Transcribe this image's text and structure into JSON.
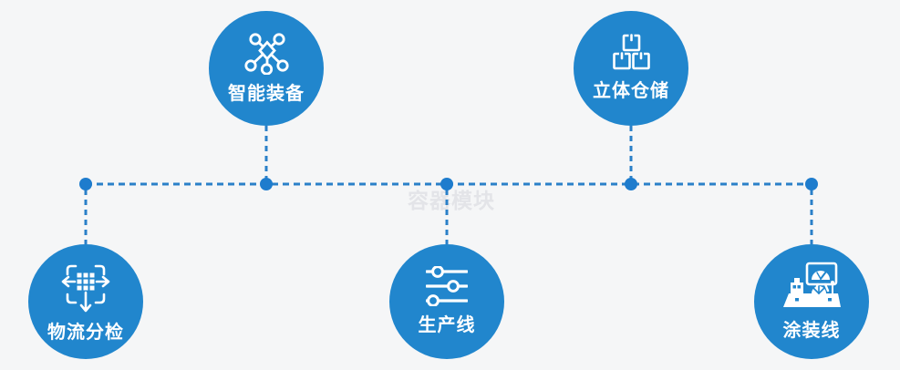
{
  "watermark": "容器模块",
  "colors": {
    "background": "#f5f6f7",
    "circle_blue": "#2186cd",
    "connector_blue": "#2a80c8",
    "node_blue": "#1e7ccd",
    "watermark_gray": "#e3e4e8",
    "icon_white": "#ffffff"
  },
  "nodes": [
    {
      "id": "smart-equipment",
      "label": "智能装备",
      "icon": "network-icon",
      "position": "top-left"
    },
    {
      "id": "stereo-warehouse",
      "label": "立体仓储",
      "icon": "stacked-boxes-icon",
      "position": "top-right"
    },
    {
      "id": "logistics-sorting",
      "label": "物流分检",
      "icon": "sort-distribute-icon",
      "position": "bottom-left"
    },
    {
      "id": "production-line",
      "label": "生产线",
      "icon": "sliders-icon",
      "position": "bottom-center"
    },
    {
      "id": "painting-line",
      "label": "涂装线",
      "icon": "control-station-icon",
      "position": "bottom-right"
    }
  ]
}
